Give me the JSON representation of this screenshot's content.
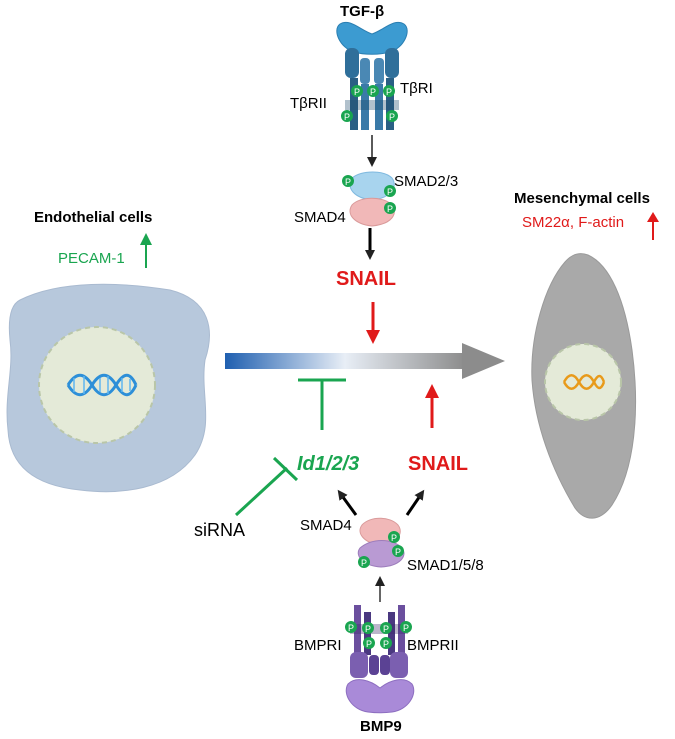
{
  "top": {
    "ligand": "TGF-β",
    "receptor_left": "TβRII",
    "receptor_right": "TβRI",
    "smad_top": "SMAD2/3",
    "smad_bottom": "SMAD4",
    "snail": "SNAIL"
  },
  "left_cell": {
    "title": "Endothelial cells",
    "marker": "PECAM-1"
  },
  "right_cell": {
    "title": "Mesenchymal cells",
    "marker": "SM22α, F-actin"
  },
  "bottom": {
    "ligand": "BMP9",
    "receptor_left": "BMPRI",
    "receptor_right": "BMPRII",
    "smad_left": "SMAD4",
    "smad_right": "SMAD1/5/8",
    "id_genes": "Id1/2/3",
    "snail": "SNAIL",
    "sirna": "siRNA"
  },
  "phospho": "P",
  "colors": {
    "green": "#1aa550",
    "red": "#e01a1a",
    "endothelial_cell": "#b7c8dc",
    "mesenchymal_cell": "#a9a9a9",
    "nucleus": "#e4ead8",
    "tgf_receptor": "#2f6f9a",
    "bmp_receptor": "#6b4f9e"
  }
}
